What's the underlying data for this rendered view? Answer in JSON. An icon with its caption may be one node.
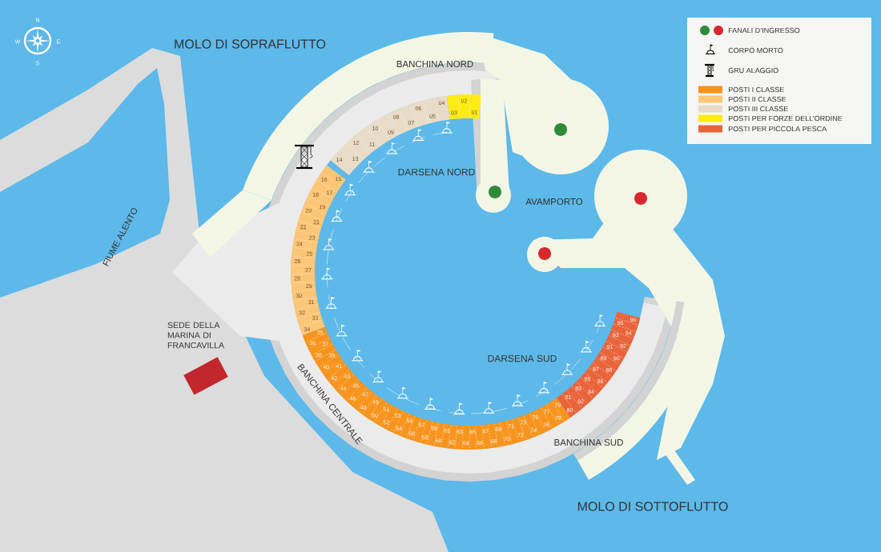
{
  "diagram": {
    "labels": [
      "N",
      "W",
      "E",
      "S",
      "MOLO DI SOPRAFLUTTO",
      "BANCHINA NORD",
      "01",
      "02",
      "03",
      "04",
      "05",
      "06",
      "07",
      "08",
      "09",
      "10",
      "11",
      "12",
      "13",
      "14",
      "15",
      "16",
      "17",
      "18",
      "19",
      "20",
      "21",
      "22",
      "23",
      "24",
      "25",
      "26",
      "27",
      "28",
      "29",
      "30",
      "31",
      "32",
      "33",
      "34",
      "35",
      "36",
      "37",
      "38",
      "39",
      "40",
      "41",
      "42",
      "43",
      "44",
      "45",
      "46",
      "47",
      "48",
      "49",
      "50",
      "51",
      "52",
      "53",
      "54",
      "55",
      "56",
      "57",
      "58",
      "59",
      "60",
      "61",
      "62",
      "63",
      "64",
      "65",
      "66",
      "67",
      "68",
      "69",
      "70",
      "71",
      "72",
      "73",
      "74",
      "75",
      "76",
      "77",
      "78",
      "79",
      "80",
      "81",
      "82",
      "83",
      "84",
      "85",
      "86",
      "87",
      "88",
      "89",
      "90",
      "91",
      "92",
      "93",
      "94",
      "95",
      "96",
      "DARSENA NORD",
      "AVAMPORTO",
      "FIUME ALENTO",
      "SEDE DELLA MARINA DI FRANCAVILLA",
      "DARSENA SUD",
      "BANCHINA CENTRALE",
      "BANCHINA SUD",
      "MOLO DI SOTTOFLUTTO"
    ],
    "legend": [
      {
        "text": "FANALI D’INGRESSO"
      },
      {
        "text": "CORPO MORTO"
      },
      {
        "text": "GRU ALAGGIO"
      },
      {
        "text": "POSTI I CLASSE",
        "color": "#f7941d"
      },
      {
        "text": "POSTI II CLASSE",
        "color": "#fcc677"
      },
      {
        "text": "POSTI III CLASSE",
        "color": "#e8dcc8"
      },
      {
        "text": "POSTI PER FORZE DELL’ORDINE",
        "color": "#ffeb14"
      },
      {
        "text": "POSTI PER PICCOLA PESCA",
        "color": "#e9643a"
      }
    ]
  }
}
